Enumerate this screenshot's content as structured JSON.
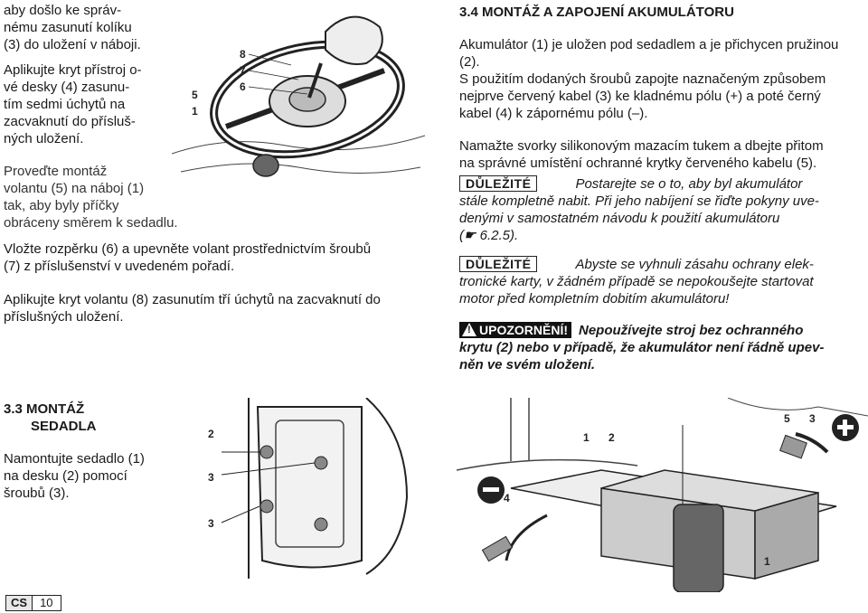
{
  "left": {
    "p1": [
      "aby došlo ke správ-",
      "nému zasunutí kolíku",
      "(3) do uložení v náboji."
    ],
    "p2": [
      "Aplikujte kryt přístroj o-",
      "vé desky (4) zasunu-",
      "tím sedmi úchytů na",
      "zacvaknutí do přísluš-",
      "ných uložení."
    ],
    "p3": [
      "Proveďte montáž",
      "volantu (5) na náboj (1)",
      "tak, aby byly příčky",
      "obráceny směrem k sedadlu."
    ],
    "p4": [
      "Vložte rozpěrku (6) a upevněte volant prostřednictvím šroubů",
      "(7) z příslušenství v uvedeném pořadí."
    ],
    "p5": [
      "Aplikujte kryt volantu (8) zasunutím tří úchytů na zacvaknutí do",
      "příslušných uložení."
    ],
    "seat_heading": [
      "3.3 MONTÁŽ",
      "SEDADLA"
    ],
    "seat_text": [
      "Namontujte sedadlo (1)",
      "na desku (2) pomocí",
      "šroubů (3)."
    ]
  },
  "right": {
    "heading": "3.4 MONTÁŽ A ZAPOJENÍ AKUMULÁTORU",
    "p1": [
      "Akumulátor (1) je uložen pod sedadlem a je přichycen pružinou",
      "(2)."
    ],
    "p2": [
      "S použitím dodaných šroubů zapojte naznačeným způsobem",
      "nejprve červený kabel (3) ke kladnému pólu (+) a poté černý",
      "kabel (4) k zápornému pólu (–)."
    ],
    "p3": [
      "Namažte svorky silikonovým mazacím tukem a dbejte přitom",
      "na správné umístění ochranné krytky červeného kabelu (5)."
    ],
    "note1_label": "DŮLEŽITÉ",
    "note1_lines": [
      "Postarejte se o to, aby byl akumulátor",
      "stále kompletně nabit. Při jeho nabíjení se řiďte pokyny uve-",
      "denými v samostatném návodu k použití akumulátoru",
      "(☛ 6.2.5)."
    ],
    "note2_label": "DŮLEŽITÉ",
    "note2_lines": [
      "Abyste se vyhnuli zásahu ochrany elek-",
      "tronické karty, v žádném případě se nepokoušejte startovat",
      "motor před kompletním dobitím akumulátoru!"
    ],
    "warn_label": "UPOZORNĚNÍ!",
    "warn_lines": [
      "Nepoužívejte stroj bez ochranného",
      "krytu (2) nebo v případě, že akumulátor není řádně upev-",
      "něn ve svém uložení."
    ]
  },
  "figures": {
    "wheel_callouts": [
      "8",
      "7",
      "6",
      "5",
      "1"
    ],
    "seat_callouts": [
      "2",
      "3",
      "3"
    ],
    "battery_callouts": [
      "5",
      "3",
      "1",
      "2",
      "4",
      "1"
    ]
  },
  "footer": {
    "lang": "CS",
    "page": "10"
  }
}
